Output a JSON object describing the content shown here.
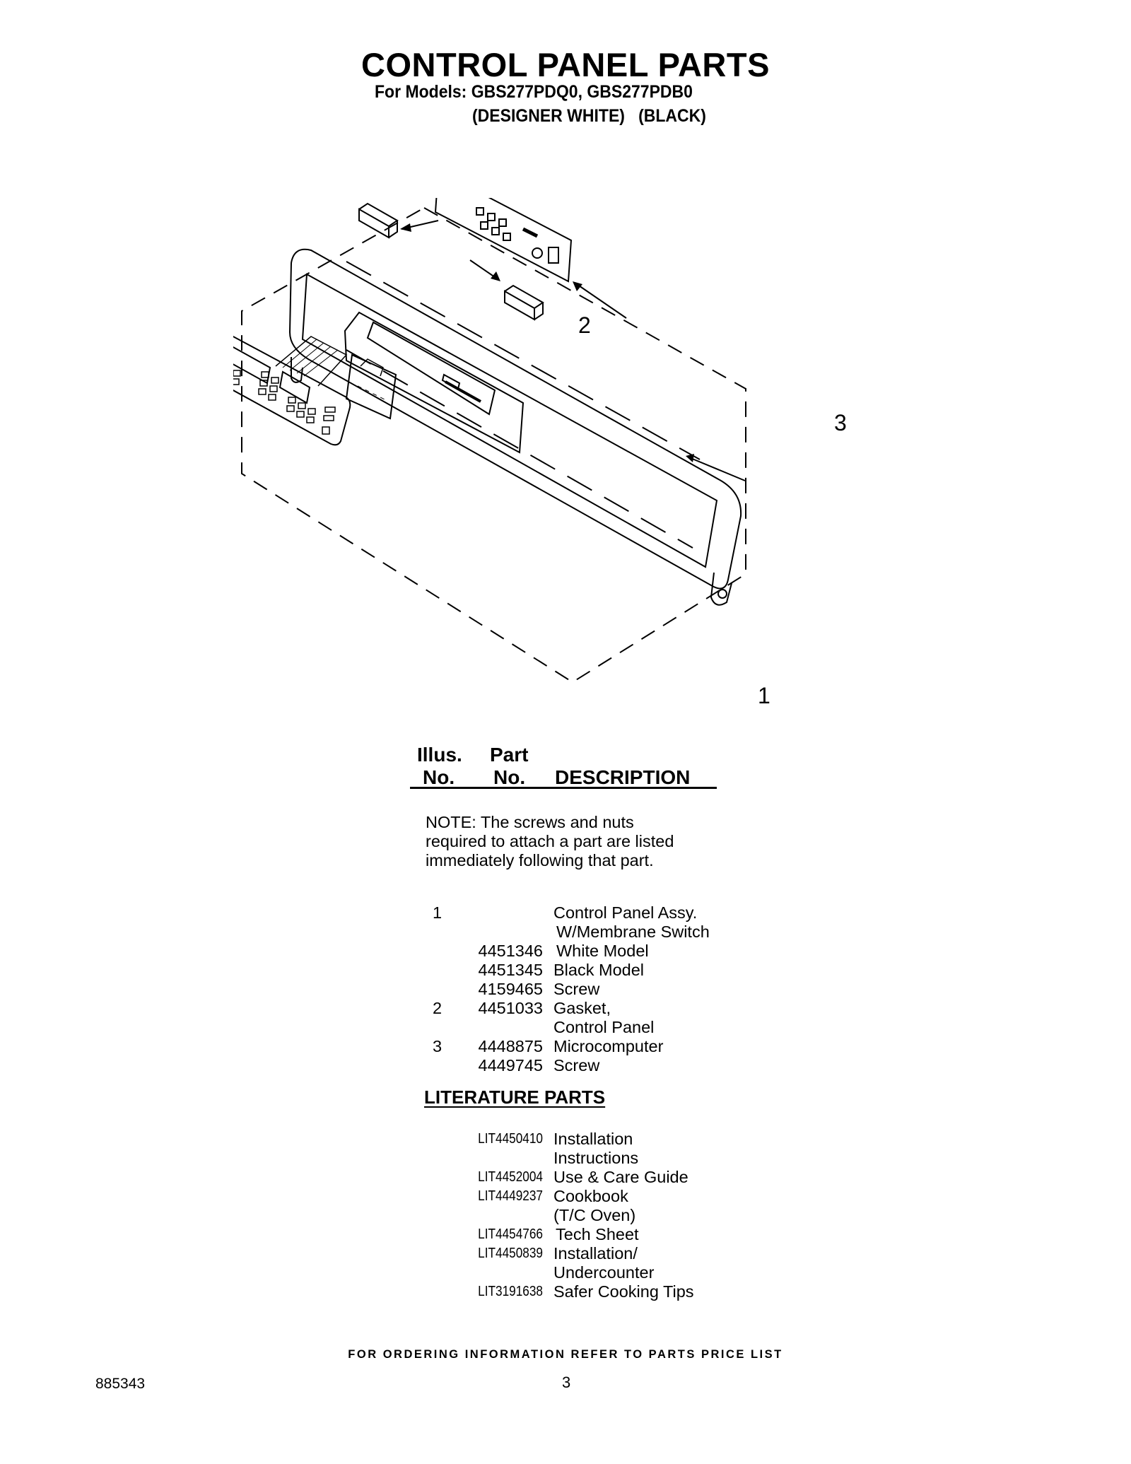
{
  "title": "CONTROL PANEL PARTS",
  "subtitle": "For Models: GBS277PDQ0, GBS277PDB0",
  "colors_line": "(DESIGNER WHITE)   (BLACK)",
  "callouts": [
    "1",
    "2",
    "3"
  ],
  "table": {
    "header": {
      "illus_top": "Illus.",
      "illus_bottom": "No.",
      "part_top": "Part",
      "part_bottom": "No.",
      "description": "DESCRIPTION"
    },
    "note": "NOTE: The screws and nuts required to attach a part are listed immediately following that part.",
    "rows": [
      {
        "illus": "1",
        "part": "",
        "desc": "Control Panel Assy."
      },
      {
        "illus": "",
        "part": "",
        "desc": "W/Membrane Switch"
      },
      {
        "illus": "",
        "part": "4451346",
        "desc": "White Model"
      },
      {
        "illus": "",
        "part": "4451345",
        "desc": "Black Model"
      },
      {
        "illus": "",
        "part": "4159465",
        "desc": "Screw"
      },
      {
        "illus": "2",
        "part": "4451033",
        "desc": "Gasket,"
      },
      {
        "illus": "",
        "part": "",
        "desc": "Control Panel"
      },
      {
        "illus": "3",
        "part": "4448875",
        "desc": "Microcomputer"
      },
      {
        "illus": "",
        "part": "4449745",
        "desc": "Screw"
      }
    ]
  },
  "literature": {
    "heading": "LITERATURE PARTS",
    "rows": [
      {
        "part": "LIT4450410",
        "desc": "Installation"
      },
      {
        "part": "",
        "desc": "Instructions"
      },
      {
        "part": "LIT4452004",
        "desc": "Use & Care Guide"
      },
      {
        "part": "LIT4449237",
        "desc": "Cookbook"
      },
      {
        "part": "",
        "desc": "(T/C Oven)"
      },
      {
        "part": "LIT4454766",
        "desc": "Tech Sheet"
      },
      {
        "part": "LIT4450839",
        "desc": "Installation/"
      },
      {
        "part": "",
        "desc": "Undercounter"
      },
      {
        "part": "LIT3191638",
        "desc": "Safer Cooking Tips"
      }
    ]
  },
  "footer": "FOR ORDERING INFORMATION REFER TO PARTS PRICE LIST",
  "doc_number": "885343",
  "page_number": "3"
}
